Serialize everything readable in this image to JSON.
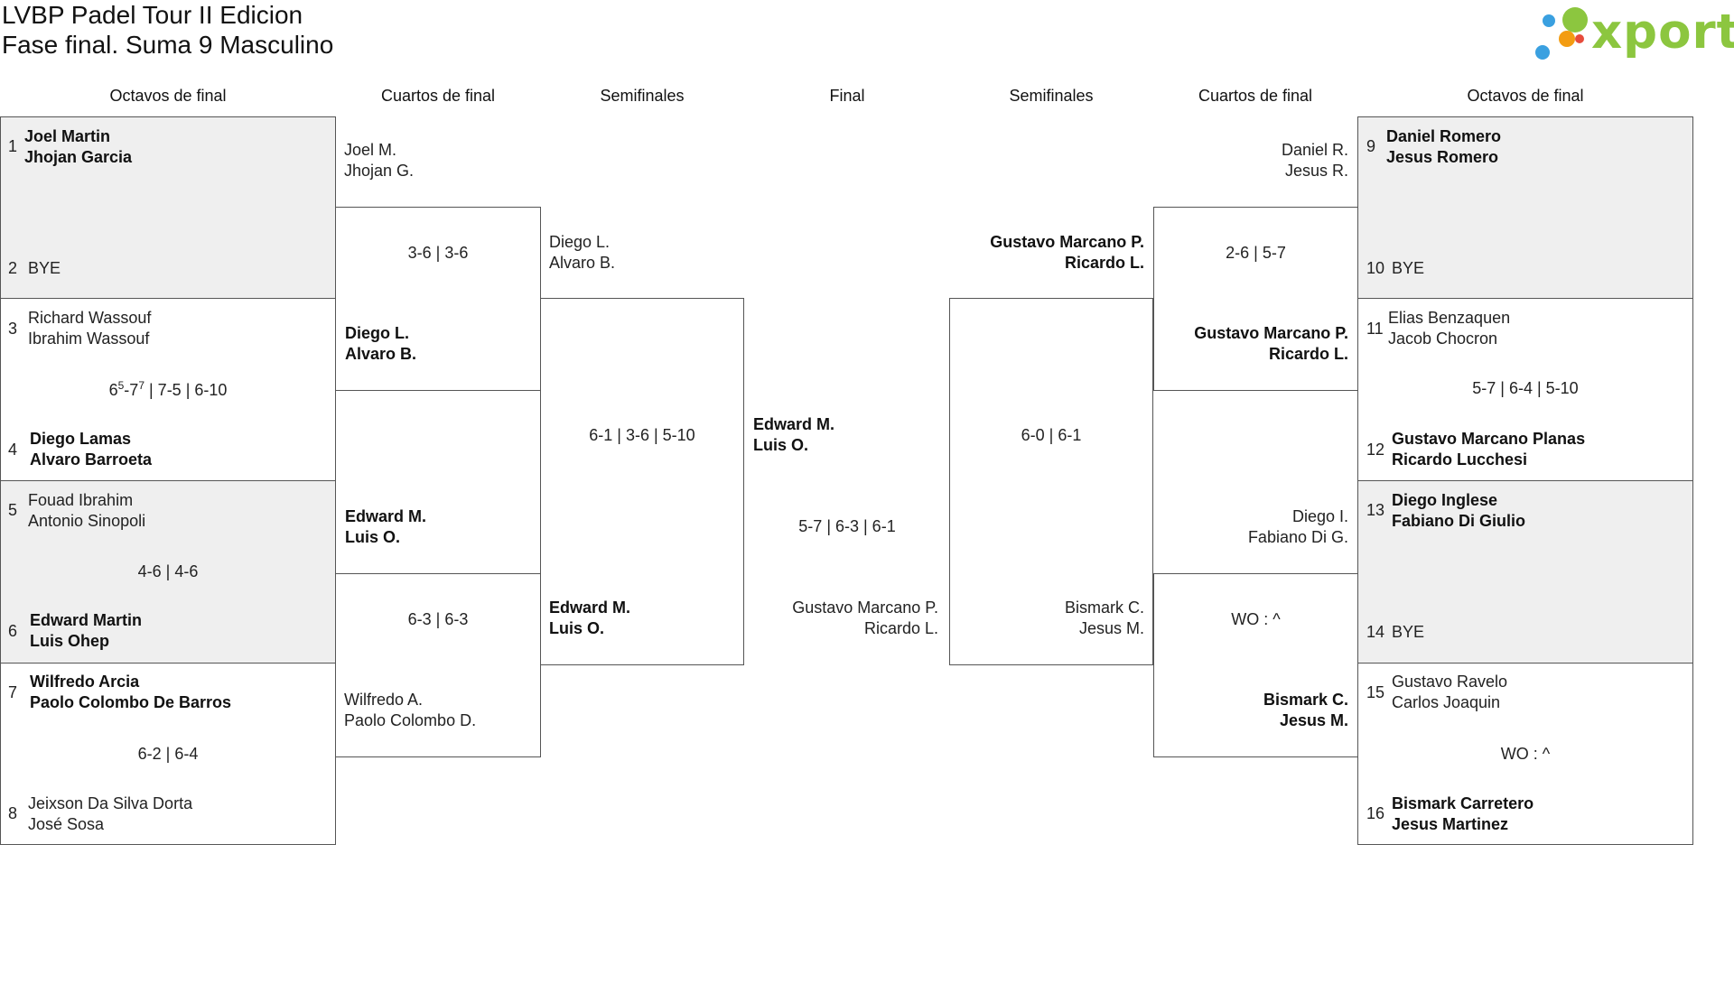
{
  "header": {
    "title_line1": "LVBP Padel Tour II Edicion",
    "title_line2": "Fase final. Suma 9 Masculino",
    "logo_text": "xporty",
    "logo_colors": [
      "#3aa0e0",
      "#8cc63f",
      "#f39c12",
      "#e74c3c"
    ]
  },
  "rounds": {
    "left_r16": "Octavos de final",
    "left_qf": "Cuartos de final",
    "left_sf": "Semifinales",
    "final": "Final",
    "right_sf": "Semifinales",
    "right_qf": "Cuartos de final",
    "right_r16": "Octavos de final"
  },
  "left_r16": [
    {
      "seed1": "1",
      "p1a": "Joel Martin",
      "p1b": "Jhojan Garcia",
      "seed2": "2",
      "p2a": "BYE",
      "p2b": "",
      "score": ""
    },
    {
      "seed1": "3",
      "p1a": "Richard Wassouf",
      "p1b": "Ibrahim Wassouf",
      "seed2": "4",
      "p2a": "Diego Lamas",
      "p2b": "Alvaro Barroeta",
      "score_s1": "6",
      "score_s1_tb": "5",
      "score_s1b": "-7",
      "score_s1b_tb": "7",
      "score_rest": " | 7-5 | 6-10"
    },
    {
      "seed1": "5",
      "p1a": "Fouad Ibrahim",
      "p1b": "Antonio Sinopoli",
      "seed2": "6",
      "p2a": "Edward Martin",
      "p2b": "Luis Ohep",
      "score": "4-6 | 4-6"
    },
    {
      "seed1": "7",
      "p1a": "Wilfredo Arcia",
      "p1b": "Paolo Colombo De Barros",
      "seed2": "8",
      "p2a": "Jeixson Da Silva Dorta",
      "p2b": "José Sosa",
      "score": "6-2 | 6-4"
    }
  ],
  "right_r16": [
    {
      "seed1": "9",
      "p1a": "Daniel Romero",
      "p1b": "Jesus Romero",
      "seed2": "10",
      "p2a": "BYE",
      "p2b": "",
      "score": ""
    },
    {
      "seed1": "11",
      "p1a": "Elias Benzaquen",
      "p1b": "Jacob Chocron",
      "seed2": "12",
      "p2a": "Gustavo Marcano Planas",
      "p2b": "Ricardo Lucchesi",
      "score": "5-7 | 6-4 | 5-10"
    },
    {
      "seed1": "13",
      "p1a": "Diego Inglese",
      "p1b": "Fabiano Di Giulio",
      "seed2": "14",
      "p2a": "BYE",
      "p2b": "",
      "score": ""
    },
    {
      "seed1": "15",
      "p1a": "Gustavo Ravelo",
      "p1b": "Carlos Joaquin",
      "seed2": "16",
      "p2a": "Bismark Carretero",
      "p2b": "Jesus Martinez",
      "score": "WO : ^"
    }
  ],
  "left_qf": [
    {
      "p1a": "Joel M.",
      "p1b": "Jhojan G.",
      "p2a": "Diego L.",
      "p2b": "Alvaro B.",
      "score": "3-6 | 3-6"
    },
    {
      "p1a": "Edward M.",
      "p1b": "Luis O.",
      "p2a": "Wilfredo A.",
      "p2b": "Paolo Colombo D.",
      "score": "6-3 | 6-3"
    }
  ],
  "right_qf": [
    {
      "p1a": "Daniel R.",
      "p1b": "Jesus R.",
      "p2a": "Gustavo Marcano P.",
      "p2b": "Ricardo L.",
      "score": "2-6 | 5-7"
    },
    {
      "p1a": "Diego I.",
      "p1b": "Fabiano Di G.",
      "p2a": "Bismark C.",
      "p2b": "Jesus M.",
      "score": "WO : ^"
    }
  ],
  "left_sf": {
    "p1a": "Diego L.",
    "p1b": "Alvaro B.",
    "p2a": "Edward M.",
    "p2b": "Luis O.",
    "score": "6-1 | 3-6 | 5-10"
  },
  "right_sf": {
    "p1a": "Gustavo Marcano P.",
    "p1b": "Ricardo L.",
    "p2a": "Bismark C.",
    "p2b": "Jesus M.",
    "score": "6-0 | 6-1"
  },
  "final": {
    "p1a": "Edward M.",
    "p1b": "Luis O.",
    "p2a": "Gustavo Marcano P.",
    "p2b": "Ricardo L.",
    "score": "5-7 | 6-3 | 6-1"
  }
}
